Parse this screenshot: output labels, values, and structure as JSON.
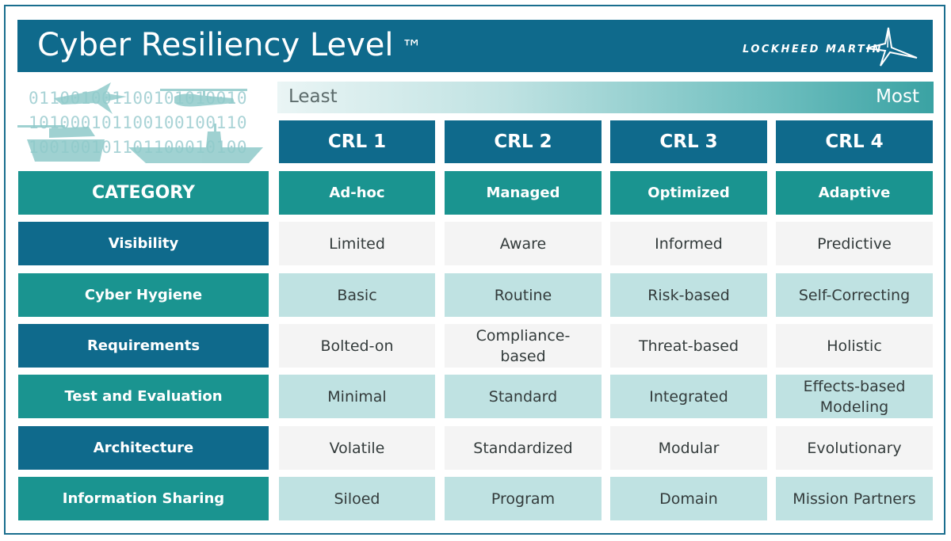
{
  "header": {
    "title": "Cyber Resiliency Level",
    "tm": "™",
    "logo_text": "LOCKHEED MARTIN"
  },
  "colors": {
    "header_blue": "#0f6a8c",
    "teal": "#1a9490",
    "light_cell": "#f4f4f4",
    "tint_cell": "#bfe2e2"
  },
  "decoration": {
    "binary_rows": [
      "011001001100101010010",
      "101000101100100100110",
      "100100101101100010100"
    ],
    "vehicle_icons": [
      "jet-icon",
      "helicopter-icon",
      "tank-icon",
      "ship-icon"
    ]
  },
  "scale": {
    "least": "Least",
    "most": "Most"
  },
  "levels": [
    {
      "crl": "CRL 1",
      "name": "Ad-hoc"
    },
    {
      "crl": "CRL 2",
      "name": "Managed"
    },
    {
      "crl": "CRL 3",
      "name": "Optimized"
    },
    {
      "crl": "CRL 4",
      "name": "Adaptive"
    }
  ],
  "category_header": "CATEGORY",
  "rows": [
    {
      "label": "Visibility",
      "values": [
        "Limited",
        "Aware",
        "Informed",
        "Predictive"
      ]
    },
    {
      "label": "Cyber Hygiene",
      "values": [
        "Basic",
        "Routine",
        "Risk-based",
        "Self-Correcting"
      ]
    },
    {
      "label": "Requirements",
      "values": [
        "Bolted-on",
        "Compliance-based",
        "Threat-based",
        "Holistic"
      ]
    },
    {
      "label": "Test and Evaluation",
      "values": [
        "Minimal",
        "Standard",
        "Integrated",
        "Effects-based Modeling"
      ]
    },
    {
      "label": "Architecture",
      "values": [
        "Volatile",
        "Standardized",
        "Modular",
        "Evolutionary"
      ]
    },
    {
      "label": "Information Sharing",
      "values": [
        "Siloed",
        "Program",
        "Domain",
        "Mission Partners"
      ]
    }
  ]
}
